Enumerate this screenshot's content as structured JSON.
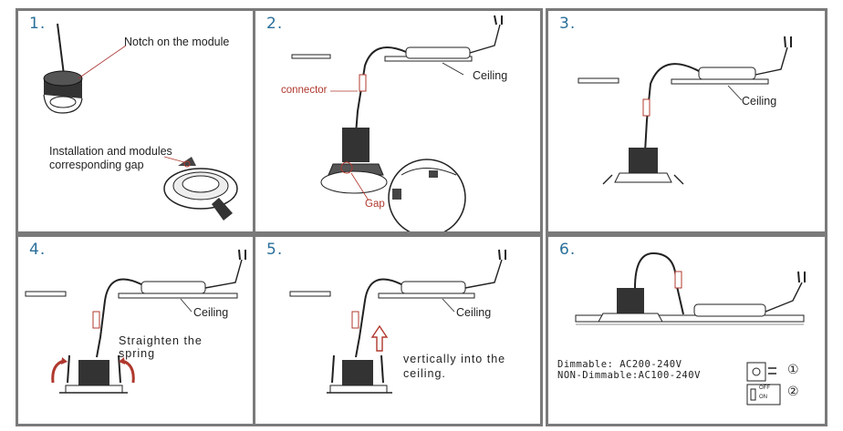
{
  "colors": {
    "border": "#7a7a7a",
    "step_number": "#2a6f9a",
    "callout_red": "#b0382e",
    "line": "#222222"
  },
  "steps": [
    {
      "number": "1.",
      "labels": {
        "notch": "Notch on the module",
        "gap_line1": "Installation and modules",
        "gap_line2": "corresponding gap"
      }
    },
    {
      "number": "2.",
      "labels": {
        "connector": "connector",
        "ceiling": "Ceiling",
        "gap": "Gap"
      }
    },
    {
      "number": "3.",
      "labels": {
        "ceiling": "Ceiling"
      }
    },
    {
      "number": "4.",
      "labels": {
        "ceiling": "Ceiling",
        "spring_line1": "Straighten the",
        "spring_line2": "spring"
      }
    },
    {
      "number": "5.",
      "labels": {
        "ceiling": "Ceiling",
        "vert_line1": "vertically into the",
        "vert_line2": "ceiling."
      }
    },
    {
      "number": "6.",
      "labels": {
        "dimmable": "Dimmable: AC200-240V",
        "non_dimmable": "NON-Dimmable:AC100-240V",
        "marker1": "①",
        "marker2": "②",
        "switch_off": "OFF",
        "switch_on": "ON"
      }
    }
  ],
  "icons": [
    "plug-icon",
    "switch-icon",
    "up-arrow-icon",
    "curved-arrow-icon"
  ]
}
